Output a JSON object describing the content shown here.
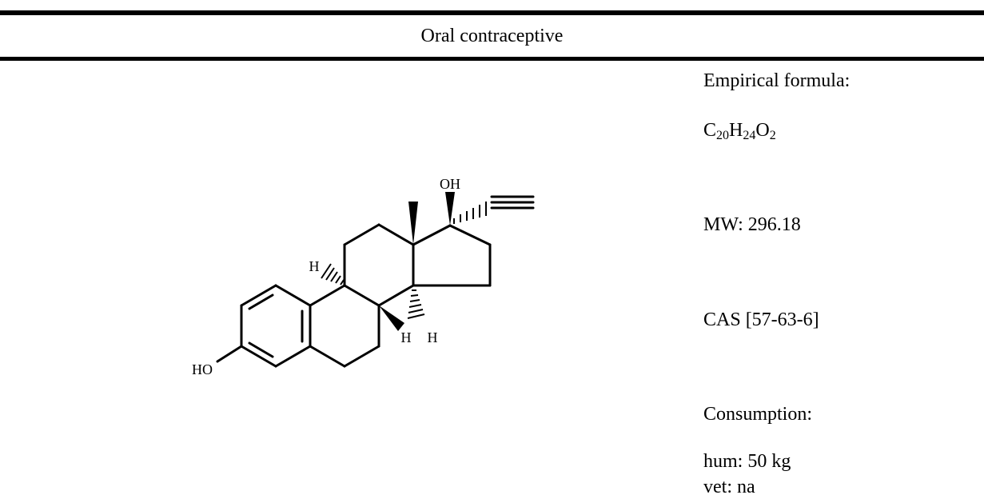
{
  "header": {
    "title": "Oral contraceptive"
  },
  "info": {
    "formula_label": "Empirical formula:",
    "formula": {
      "c": "C",
      "c_n": "20",
      "h": "H",
      "h_n": "24",
      "o": "O",
      "o_n": "2"
    },
    "mw": "MW: 296.18",
    "cas": "CAS [57-63-6]",
    "consumption_label": "Consumption:",
    "hum": "hum: 50 kg",
    "vet": "vet: na"
  },
  "structure": {
    "labels": {
      "oh": "OH",
      "ho": "HO",
      "h9": "H",
      "h8": "H",
      "h14": "H"
    }
  }
}
